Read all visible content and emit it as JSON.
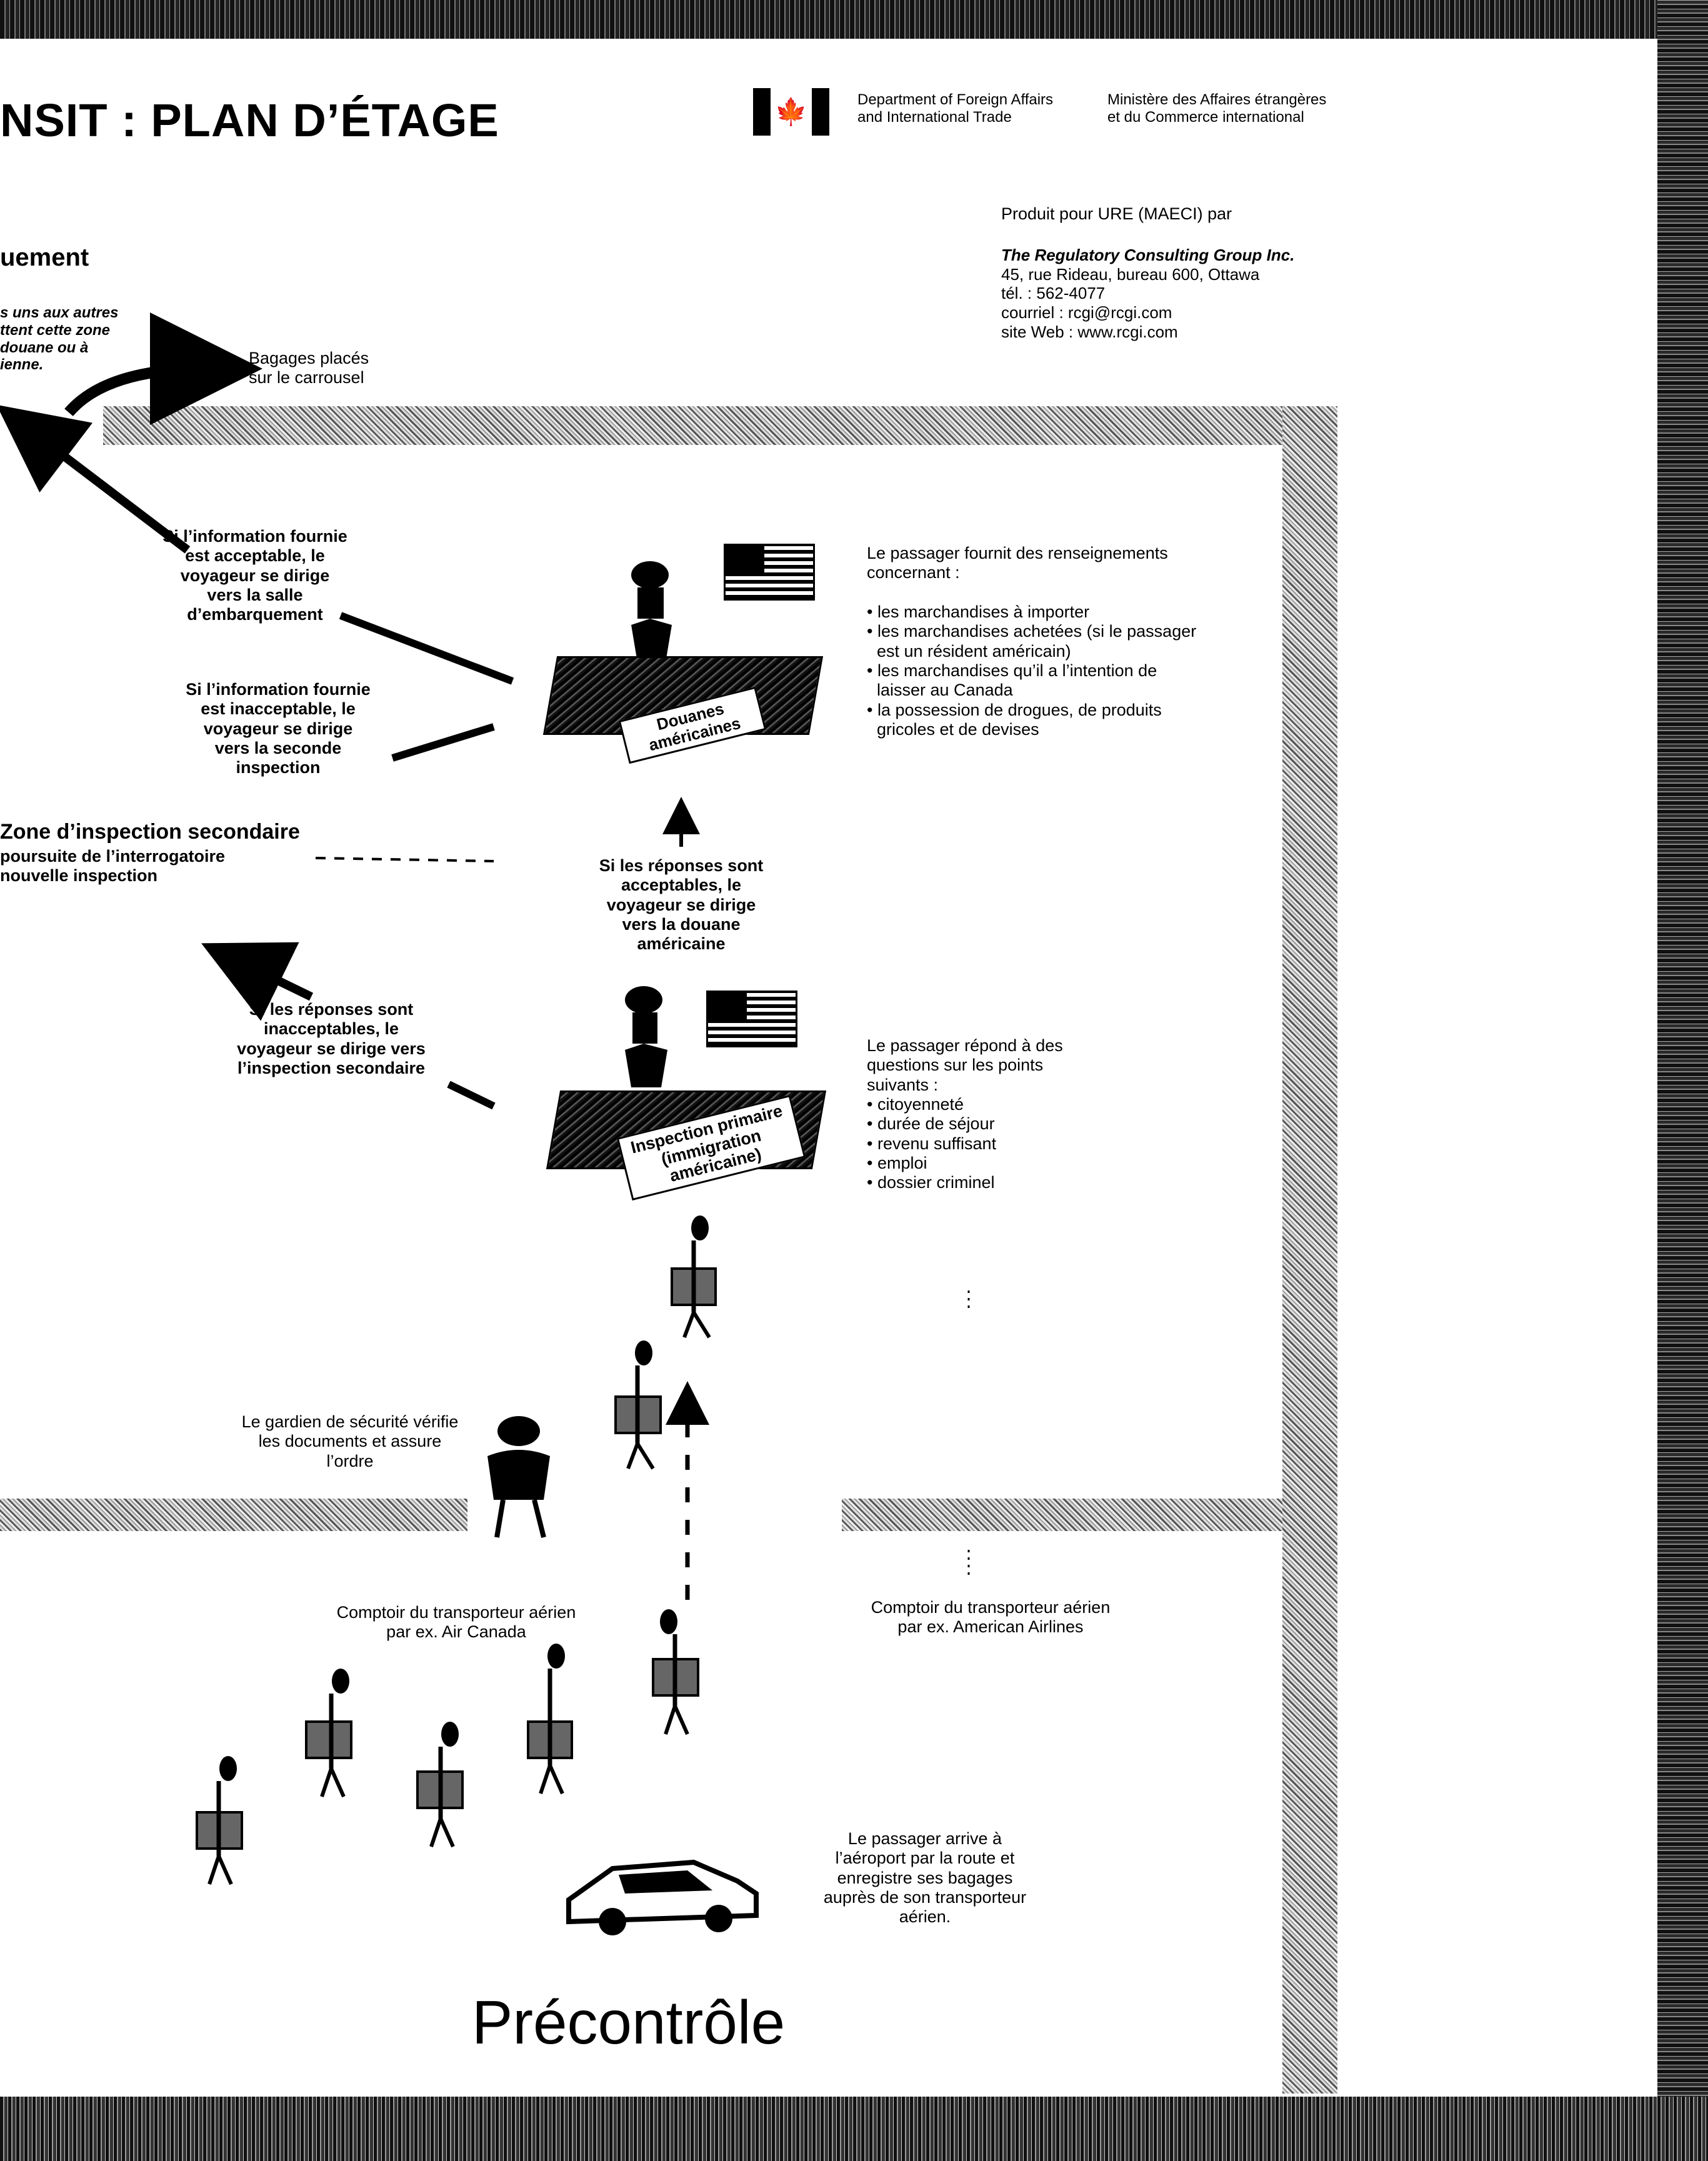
{
  "header": {
    "title": "NSIT : PLAN D’ÉTAGE",
    "department_en_line1": "Department of Foreign Affairs",
    "department_en_line2": "and International Trade",
    "department_fr_line1": "Ministère des Affaires étrangères",
    "department_fr_line2": "et du Commerce international"
  },
  "producer": {
    "line1": "Produit pour URE (MAECI) par",
    "company": "The Regulatory Consulting Group Inc.",
    "address": "45, rue Rideau, bureau 600, Ottawa",
    "phone": "tél. : 562-4077",
    "email": "courriel : rcgi@rcgi.com",
    "web": "site Web : www.rcgi.com"
  },
  "embarkation": {
    "heading": "uement",
    "note_line1": "s uns aux autres",
    "note_line2": "ttent cette zone",
    "note_line3": "douane ou à",
    "note_line4": "ienne.",
    "baggage_line1": "Bagages placés",
    "baggage_line2": "sur le carrousel"
  },
  "customs": {
    "accept_line1": "Si l’information fournie",
    "accept_line2": "est acceptable, le",
    "accept_line3": "voyageur se dirige",
    "accept_line4": "vers la salle",
    "accept_line5": "d’embarquement",
    "reject_line1": "Si l’information fournie",
    "reject_line2": "est inacceptable, le",
    "reject_line3": "voyageur se dirige",
    "reject_line4": "vers la seconde",
    "reject_line5": "inspection",
    "desk_line1": "Douanes",
    "desk_line2": "américaines",
    "info_line1": "Le passager fournit des renseignements",
    "info_line2": "concernant :",
    "info_b1": "• les marchandises à importer",
    "info_b2": "• les marchandises achetées (si le passager",
    "info_b2b": "est un résident américain)",
    "info_b3": "• les marchandises qu’il a l’intention de",
    "info_b3b": "laisser au Canada",
    "info_b4": "• la possession de drogues, de produits",
    "info_b4b": "gricoles et de devises"
  },
  "secondary": {
    "heading": "Zone d’inspection secondaire",
    "line1": "poursuite de l’interrogatoire",
    "line2": "nouvelle inspection"
  },
  "immigration": {
    "accept_line1": "Si les réponses sont",
    "accept_line2": "acceptables, le",
    "accept_line3": "voyageur se dirige",
    "accept_line4": "vers la douane",
    "accept_line5": "américaine",
    "reject_line1": "Si les réponses sont",
    "reject_line2": "inacceptables, le",
    "reject_line3": "voyageur se dirige vers",
    "reject_line4": "l’inspection secondaire",
    "desk_line1": "Inspection primaire",
    "desk_line2": "(immigration",
    "desk_line3": "américaine)",
    "info_line1": "Le passager répond à des",
    "info_line2": "questions sur les points",
    "info_line3": "suivants :",
    "info_b1": "• citoyenneté",
    "info_b2": "• durée de séjour",
    "info_b3": "• revenu suffisant",
    "info_b4": "• emploi",
    "info_b5": "• dossier criminel"
  },
  "security": {
    "line1": "Le gardien de sécurité vérifie",
    "line2": "les documents et assure",
    "line3": "l’ordre"
  },
  "counters": {
    "left_line1": "Comptoir du transporteur aérien",
    "left_line2": "par ex. Air Canada",
    "right_line1": "Comptoir du transporteur aérien",
    "right_line2": "par ex. American Airlines"
  },
  "arrival": {
    "line1": "Le passager arrive à",
    "line2": "l’aéroport par la route et",
    "line3": "enregistre ses bagages",
    "line4": "auprès de son transporteur",
    "line5": "aérien."
  },
  "footer_title": "Précontrôle"
}
